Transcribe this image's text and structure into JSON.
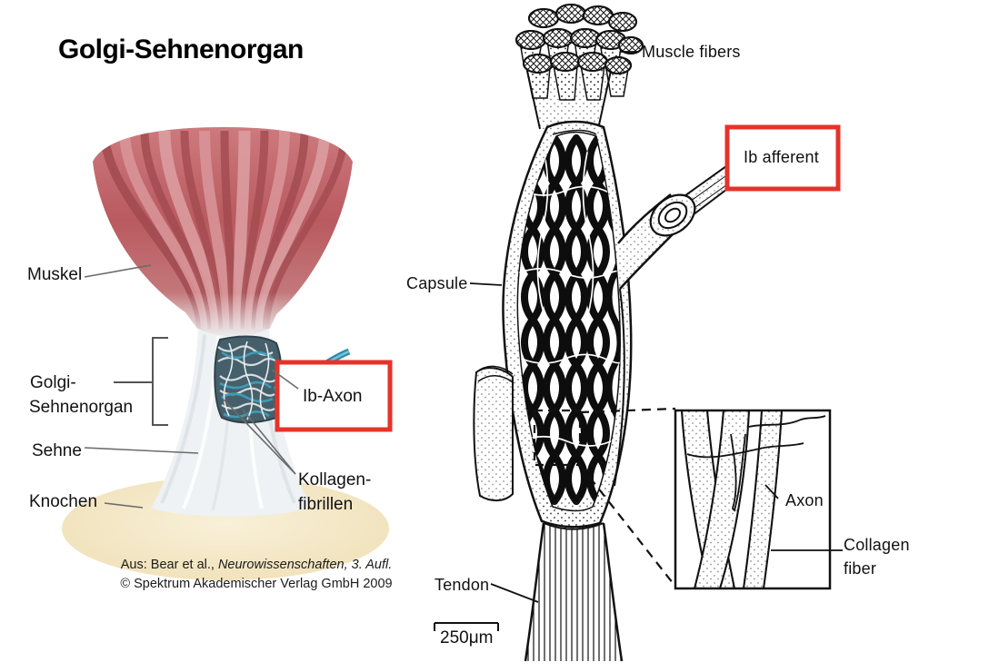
{
  "title": "Golgi-Sehnenorgan",
  "left": {
    "labels": {
      "muskel": "Muskel",
      "golgi1": "Golgi-",
      "golgi2": "Sehnenorgan",
      "sehne": "Sehne",
      "knochen": "Knochen",
      "ib_axon": "Ib-Axon",
      "kollagen1": "Kollagen-",
      "kollagen2": "fibrillen"
    },
    "credit": {
      "line1_regular": "Aus: Bear et al., ",
      "line1_italic": "Neurowissenschaften, 3. Aufl.",
      "line2": "© Spektrum Akademischer Verlag GmbH 2009"
    }
  },
  "right": {
    "labels": {
      "muscle_fibers": "Muscle fibers",
      "ib_afferent": "Ib afferent",
      "capsule": "Capsule",
      "axon": "Axon",
      "collagen1": "Collagen",
      "collagen2": "fiber",
      "tendon": "Tendon",
      "scale": "250μm"
    }
  },
  "colors": {
    "highlight_red": "#e5332a",
    "muscle_red": "#b95a5f",
    "axon_blue": "#3a9cb8",
    "bone_tan": "#f2e4bf",
    "capsule_dark": "#46606b",
    "line_art": "#111111"
  }
}
